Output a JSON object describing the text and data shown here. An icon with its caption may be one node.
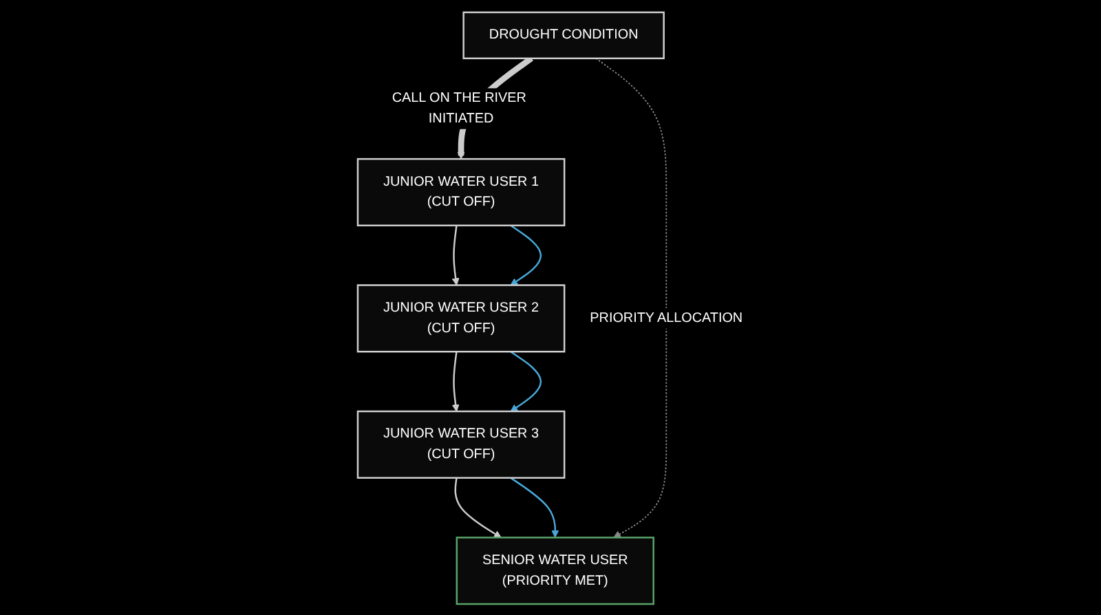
{
  "diagram": {
    "nodes": [
      {
        "text": [
          "DROUGHT CONDITION"
        ]
      },
      {
        "text": [
          "JUNIOR WATER USER 1",
          "(CUT OFF)"
        ]
      },
      {
        "text": [
          "JUNIOR WATER USER 2",
          "(CUT OFF)"
        ]
      },
      {
        "text": [
          "JUNIOR WATER USER 3",
          "(CUT OFF)"
        ]
      },
      {
        "text": [
          "SENIOR WATER USER",
          "(PRIORITY MET)"
        ]
      }
    ],
    "edges": [
      {
        "from": 0,
        "to": 1,
        "arrow": "to",
        "style": "thick",
        "label": "CALL ON THE RIVER INITIATED"
      },
      {
        "from": 1,
        "to": 2,
        "arrow": "to"
      },
      {
        "from": 2,
        "to": 3,
        "arrow": "to"
      },
      {
        "from": 3,
        "to": 4,
        "arrow": "to"
      },
      {
        "from": 0,
        "to": 4,
        "arrow": "to",
        "style": "dashed",
        "color": "#888888",
        "label": "PRIORITY ALLOCATION"
      },
      {
        "from": 1,
        "to": 2,
        "arrow": "to",
        "color": "#4aa8d8"
      },
      {
        "from": 2,
        "to": 3,
        "arrow": "to",
        "color": "#4aa8d8"
      },
      {
        "from": 3,
        "to": 4,
        "arrow": "to",
        "color": "#4aa8d8"
      }
    ]
  }
}
